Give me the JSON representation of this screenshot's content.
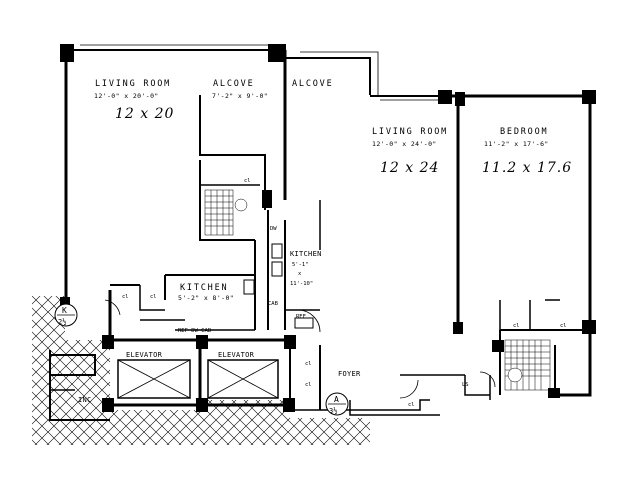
{
  "rooms": {
    "living_room_1": {
      "name": "LIVING ROOM",
      "dims": "12'-0\" x 20'-0\"",
      "size": "12 x 20"
    },
    "alcove_1": {
      "name": "ALCOVE",
      "dims": "7'-2\" x 9'-0\""
    },
    "alcove_2": {
      "name": "ALCOVE"
    },
    "living_room_2": {
      "name": "LIVING ROOM",
      "dims": "12'-0\" x 24'-0\"",
      "size": "12 x 24"
    },
    "bedroom": {
      "name": "BEDROOM",
      "dims": "11'-2\" x 17'-6\"",
      "size": "11.2 x 17.6"
    },
    "kitchen_1": {
      "name": "KITCHEN",
      "dims": "5'-2\" x 8'-0\""
    },
    "kitchen_2": {
      "name": "KITCHEN",
      "dims_w": "5'-1\"",
      "dims_x": "x",
      "dims_l": "11'-10\""
    },
    "foyer": {
      "name": "FOYER"
    },
    "elevator_1": {
      "name": "ELEVATOR"
    },
    "elevator_2": {
      "name": "ELEVATOR"
    },
    "inc": {
      "name": "INC"
    }
  },
  "labels": {
    "cl": "cl",
    "dw": "DW",
    "cab": "CAB",
    "ref_dw_cab": "REF DW CAB",
    "ref": "REF",
    "ls": "LS"
  },
  "apartments": {
    "k": {
      "letter": "K",
      "rooms": "2½"
    },
    "a": {
      "letter": "A",
      "rooms": "3½"
    }
  }
}
